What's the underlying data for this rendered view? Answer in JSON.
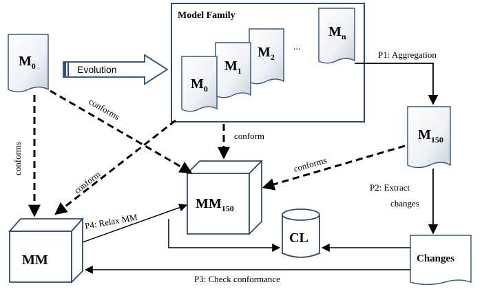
{
  "model_family": {
    "title": "Model Family",
    "ellipsis": "...",
    "docs": [
      {
        "base": "M",
        "sub": "0"
      },
      {
        "base": "M",
        "sub": "1"
      },
      {
        "base": "M",
        "sub": "2"
      },
      {
        "base": "M",
        "sub": "n"
      }
    ]
  },
  "m0": {
    "base": "M",
    "sub": "0"
  },
  "m150": {
    "base": "M",
    "sub": "150"
  },
  "mm": {
    "label": "MM"
  },
  "mm150": {
    "base": "MM",
    "sub": "150"
  },
  "cl": {
    "label": "CL"
  },
  "changes": {
    "label": "Changes"
  },
  "evolution": {
    "label": "Evolution"
  },
  "edges": {
    "p1": "P1: Aggregation",
    "p2_line1": "P2: Extract",
    "p2_line2": "changes",
    "p3": "P3: Check conformance",
    "p4": "P4: Relax MM",
    "conforms_m0_mm": "conforms",
    "conforms_m0_mm150": "conforms",
    "conform_family_mm": "conform",
    "conform_family_mm150": "conform",
    "conforms_m150_mm150": "conforms"
  },
  "colors": {
    "frame": "#2e4a6b",
    "doc_edge": "#3b5a7e",
    "doc_fill_top": "#ffffff",
    "doc_fill_bottom": "#cfd6df",
    "evolution_stripe": "#2a4f86"
  }
}
